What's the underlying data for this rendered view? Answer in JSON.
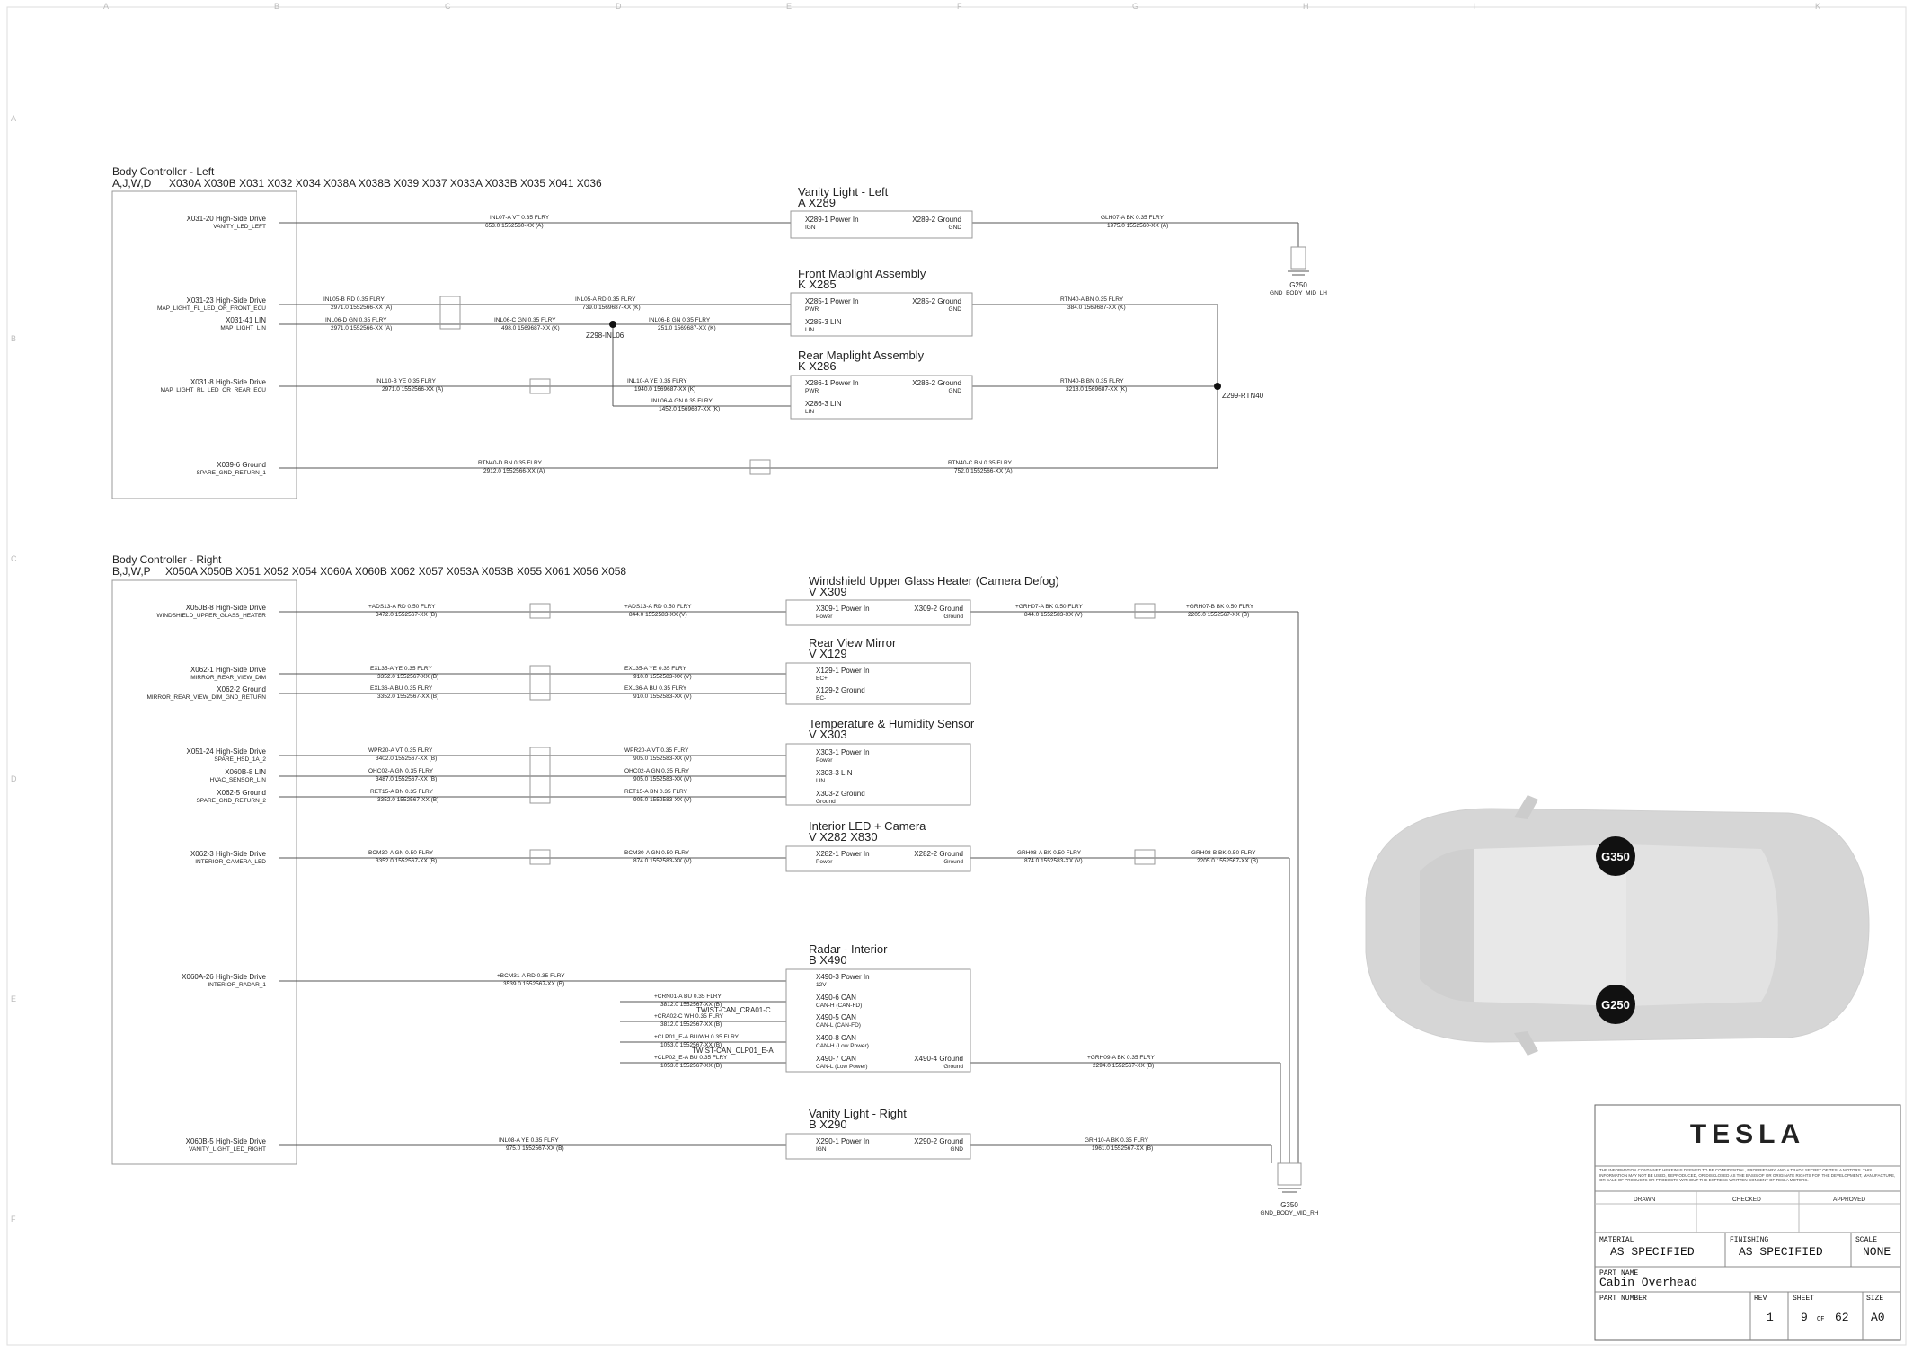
{
  "title_block": {
    "brand": "TESLA",
    "disclaimer": "THE INFORMATION CONTAINED HEREIN IS DEEMED TO BE CONFIDENTIAL, PROPRIETARY, AND A TRADE SECRET OF TESLA MOTORS. THIS INFORMATION MAY NOT BE USED, REPRODUCED, OR DISCLOSED AS THE BASIS OF OR ORIGINATE RIGHTS FOR THE DEVELOPMENT, MANUFACTURE, OR SALE OF PRODUCTS OR PRODUCTS WITHOUT THE EXPRESS WRITTEN CONSENT OF TESLA MOTORS.",
    "drawn_label": "DRAWN",
    "checked_label": "CHECKED",
    "approved_label": "APPROVED",
    "material_label": "MATERIAL",
    "material_value": "AS SPECIFIED",
    "finishing_label": "FINISHING",
    "finishing_value": "AS SPECIFIED",
    "scale_label": "SCALE",
    "scale_value": "NONE",
    "part_name_label": "PART NAME",
    "part_name_value": "Cabin Overhead",
    "part_number_label": "PART NUMBER",
    "rev_label": "REV",
    "rev_value": "1",
    "sheet_label": "SHEET",
    "sheet_value": "9",
    "of_label": "OF",
    "sheet_total": "62",
    "size_label": "SIZE",
    "size_value": "A0"
  },
  "grid": {
    "cols": [
      "A",
      "B",
      "C",
      "D",
      "E",
      "F",
      "G",
      "H",
      "I",
      "K"
    ],
    "rows": [
      "A",
      "B",
      "C",
      "D",
      "E",
      "F"
    ]
  },
  "car": {
    "ground_top": "G350",
    "ground_bottom": "G250"
  },
  "left_controller": {
    "title": "Body Controller - Left",
    "variants": "A,J,W,D",
    "connectors": "X030A  X030B  X031  X032  X034  X038A  X038B  X039  X037  X033A  X033B  X035  X041  X036",
    "pins": [
      {
        "name": "X031-20 High-Side Drive",
        "sig": "VANITY_LED_LEFT"
      },
      {
        "name": "X031-23 High-Side Drive",
        "sig": "MAP_LIGHT_FL_LED_OR_FRONT_ECU"
      },
      {
        "name": "X031-41 LIN",
        "sig": "MAP_LIGHT_LIN"
      },
      {
        "name": "X031-8 High-Side Drive",
        "sig": "MAP_LIGHT_RL_LED_OR_REAR_ECU"
      },
      {
        "name": "X039-6 Ground",
        "sig": "SPARE_GND_RETURN_1"
      }
    ],
    "ground": {
      "id": "G250",
      "sig": "GND_BODY_MID_LH"
    },
    "splice1": "Z298-INL06",
    "splice2": "Z299-RTN40"
  },
  "left_devices": [
    {
      "title": "Vanity Light - Left",
      "sub": "A      X289",
      "p1": "X289-1 Power In",
      "p1s": "IGN",
      "p2": "X289-2 Ground",
      "p2s": "GND"
    },
    {
      "title": "Front Maplight Assembly",
      "sub": "K      X285",
      "p1": "X285-1 Power In",
      "p1s": "PWR",
      "p2": "X285-2 Ground",
      "p2s": "GND",
      "p3": "X285-3 LIN",
      "p3s": "LIN"
    },
    {
      "title": "Rear Maplight Assembly",
      "sub": "K      X286",
      "p1": "X286-1 Power In",
      "p1s": "PWR",
      "p2": "X286-2 Ground",
      "p2s": "GND",
      "p3": "X286-3 LIN",
      "p3s": "LIN"
    }
  ],
  "right_controller": {
    "title": "Body Controller - Right",
    "variants": "B,J,W,P",
    "connectors": "X050A  X050B  X051  X052  X054  X060A  X060B  X062  X057    X053A  X053B X055   X061  X056  X058",
    "pins": [
      {
        "name": "X050B-8 High-Side Drive",
        "sig": "WINDSHIELD_UPPER_GLASS_HEATER"
      },
      {
        "name": "X062-1 High-Side Drive",
        "sig": "MIRROR_REAR_VIEW_DIM"
      },
      {
        "name": "X062-2 Ground",
        "sig": "MIRROR_REAR_VIEW_DIM_GND_RETURN"
      },
      {
        "name": "X051-24 High-Side Drive",
        "sig": "SPARE_HSD_1A_2"
      },
      {
        "name": "X060B-8 LIN",
        "sig": "HVAC_SENSOR_LIN"
      },
      {
        "name": "X062-5 Ground",
        "sig": "SPARE_GND_RETURN_2"
      },
      {
        "name": "X062-3 High-Side Drive",
        "sig": "INTERIOR_CAMERA_LED"
      },
      {
        "name": "X060A-26 High-Side Drive",
        "sig": "INTERIOR_RADAR_1"
      },
      {
        "name": "X060B-5 High-Side Drive",
        "sig": "VANITY_LIGHT_LED_RIGHT"
      }
    ],
    "ground": {
      "id": "G350",
      "sig": "GND_BODY_MID_RH"
    }
  },
  "right_devices": [
    {
      "title": "Windshield Upper Glass Heater (Camera Defog)",
      "sub": "V      X309",
      "p1": "X309-1 Power In",
      "p1s": "Power",
      "p2": "X309-2 Ground",
      "p2s": "Ground"
    },
    {
      "title": "Rear View Mirror",
      "sub": "V      X129",
      "p1": "X129-1 Power In",
      "p1s": "EC+",
      "p3": "X129-2 Ground",
      "p3s": "EC-"
    },
    {
      "title": "Temperature & Humidity Sensor",
      "sub": "V      X303",
      "p1": "X303-1 Power In",
      "p1s": "Power",
      "p3": "X303-3 LIN",
      "p3s": "LIN",
      "p4": "X303-2 Ground",
      "p4s": "Ground"
    },
    {
      "title": "Interior LED + Camera",
      "sub": "V      X282   X830",
      "p1": "X282-1 Power In",
      "p1s": "Power",
      "p2": "X282-2 Ground",
      "p2s": "Ground"
    },
    {
      "title": "Radar - Interior",
      "sub": "B      X490",
      "p1": "X490-3 Power In",
      "p1s": "12V",
      "p3": "X490-6 CAN",
      "p3s": "CAN-H (CAN-FD)",
      "p4": "X490-5 CAN",
      "p4s": "CAN-L (CAN-FD)",
      "p5": "X490-8 CAN",
      "p5s": "CAN-H (Low Power)",
      "p6": "X490-7 CAN",
      "p6s": "CAN-L (Low Power)",
      "p2": "X490-4 Ground",
      "p2s": "Ground"
    },
    {
      "title": "Vanity Light - Right",
      "sub": "B      X290",
      "p1": "X290-1 Power In",
      "p1s": "IGN",
      "p2": "X290-2 Ground",
      "p2s": "GND"
    }
  ],
  "wires": {
    "w1a": "INL07-A   VT   0.35   FLRY",
    "w1b": "653.0    1552560-XX (A)",
    "w1c": "GLH07-A   BK   0.35   FLRY",
    "w1d": "1975.0   1552560-XX (A)",
    "w2a": "INL05-B   RD   0.35   FLRY",
    "w2b": "2971.0   1552566-XX (A)",
    "w2c": "INL05-A   RD   0.35   FLRY",
    "w2d": "739.0   1569687-XX (K)",
    "w2e": "RTN40-A   BN   0.35   FLRY",
    "w2f": "384.0   1569687-XX (K)",
    "w3a": "INL06-D   GN   0.35   FLRY",
    "w3b": "2971.0   1552566-XX (A)",
    "w3c": "INL06-C   GN   0.35   FLRY",
    "w3d": "498.0   1569687-XX (K)",
    "w3e": "INL06-B   GN   0.35   FLRY",
    "w3f": "251.0   1569687-XX (K)",
    "w4a": "INL10-B   YE   0.35   FLRY",
    "w4b": "2971.0   1552566-XX (A)",
    "w4c": "INL10-A   YE   0.35   FLRY",
    "w4d": "1940.0   1569687-XX (K)",
    "w4e": "INL06-A   GN   0.35   FLRY",
    "w4f": "1452.0   1569687-XX (K)",
    "w4g": "RTN40-B   BN   0.35   FLRY",
    "w4h": "3218.0   1569687-XX (K)",
    "w5a": "RTN40-D   BN   0.35   FLRY",
    "w5b": "2912.0   1552566-XX (A)",
    "w5c": "RTN40-C   BN   0.35   FLRY",
    "w5d": "752.0   1552566-XX (A)",
    "r1a": "+ADS13-A   RD   0.50   FLRY",
    "r1b": "3472.0   1552567-XX (B)",
    "r1c": "+ADS13-A   RD   0.50   FLRY",
    "r1d": "844.0   1552583-XX (V)",
    "r1e": "+GRH07-A   BK   0.50   FLRY",
    "r1f": "844.0   1552583-XX (V)",
    "r1g": "+GRH07-B   BK   0.50   FLRY",
    "r1h": "2205.0   1552567-XX (B)",
    "r2a": "EXL35-A   YE   0.35   FLRY",
    "r2b": "3352.0   1552567-XX (B)",
    "r2c": "EXL35-A   YE   0.35   FLRY",
    "r2d": "910.0   1552583-XX (V)",
    "r3a": "EXL36-A   BU   0.35   FLRY",
    "r3b": "3352.0   1552567-XX (B)",
    "r3c": "EXL36-A   BU   0.35   FLRY",
    "r3d": "910.0   1552583-XX (V)",
    "r4a": "WPR20-A   VT   0.35   FLRY",
    "r4b": "3402.0   1552567-XX (B)",
    "r4c": "WPR20-A   VT   0.35   FLRY",
    "r4d": "905.0   1552583-XX (V)",
    "r5a": "OHC02-A   GN   0.35   FLRY",
    "r5b": "3487.0   1552567-XX (B)",
    "r5c": "OHC02-A   GN   0.35   FLRY",
    "r5d": "905.0   1552583-XX (V)",
    "r6a": "RET15-A   BN   0.35   FLRY",
    "r6b": "3352.0   1552567-XX (B)",
    "r6c": "RET15-A   BN   0.35   FLRY",
    "r6d": "905.0   1552583-XX (V)",
    "r7a": "BCM30-A   GN   0.50   FLRY",
    "r7b": "3352.0   1552567-XX (B)",
    "r7c": "BCM30-A   GN   0.50   FLRY",
    "r7d": "874.0   1552583-XX (V)",
    "r7e": "GRH08-A   BK   0.50   FLRY",
    "r7f": "874.0   1552583-XX (V)",
    "r7g": "GRH08-B   BK   0.50   FLRY",
    "r7h": "2205.0   1552567-XX (B)",
    "r8a": "+BCM31-A   RD   0.35   FLRY",
    "r8b": "3539.0   1552567-XX (B)",
    "r9a": "+CRN01-A   BU   0.35   FLRY",
    "r9b": "3812.0   1552567-XX (B)",
    "r9c": "+CRA02-C   WH   0.35   FLRY",
    "r9d": "3812.0   1552567-XX (B)",
    "r9e": "+CLP01_E-A   BU/WH   0.35   FLRY",
    "r9f": "1053.0   1552567-XX (B)",
    "r9g": "+CLP02_E-A   BU   0.35   FLRY",
    "r9h": "1053.0   1552567-XX (B)",
    "r9i": "+GRH09-A   BK   0.35   FLRY",
    "r9j": "2294.0   1552567-XX (B)",
    "twist1": "TWIST-CAN_CRA01-C",
    "twist2": "TWIST-CAN_CLP01_E-A",
    "r10a": "INL08-A   YE   0.35   FLRY",
    "r10b": "975.0   1552567-XX (B)",
    "r10c": "GRH10-A   BK   0.35   FLRY",
    "r10d": "1961.0   1552567-XX (B)"
  }
}
